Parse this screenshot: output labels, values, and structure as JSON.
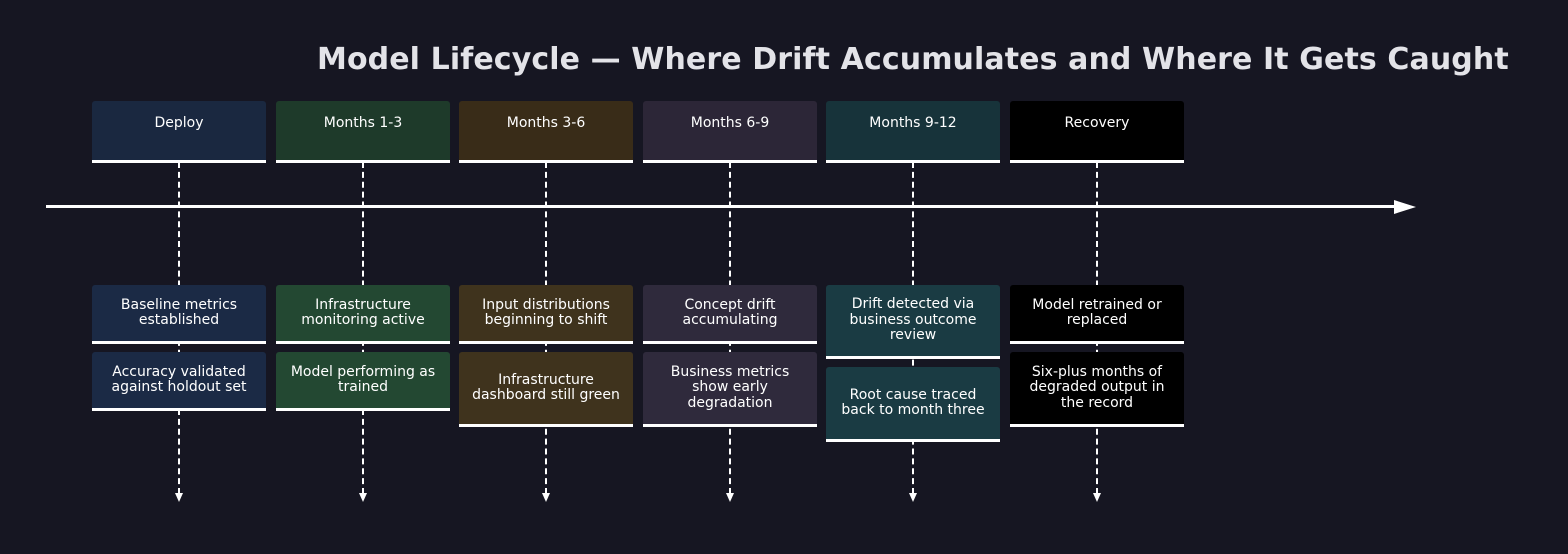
{
  "title": "Model Lifecycle — Where Drift Accumulates and Where It Gets Caught",
  "colors": {
    "background": "#161622",
    "line": "#ffffff",
    "title": "#e3e3e8"
  },
  "phases": [
    {
      "label": "Deploy",
      "color": "#1b2a44",
      "items": [
        "Baseline metrics established",
        "Accuracy validated against holdout set"
      ]
    },
    {
      "label": "Months 1-3",
      "color": "#1f3d2b",
      "items": [
        "Infrastructure monitoring active",
        "Model performing as trained"
      ]
    },
    {
      "label": "Months 3-6",
      "color": "#3d301a",
      "items": [
        "Input distributions beginning to shift",
        "Infrastructure dashboard still green"
      ]
    },
    {
      "label": "Months 6-9",
      "color": "#2d2838",
      "items": [
        "Concept drift accumulating",
        "Business metrics show early degradation"
      ]
    },
    {
      "label": "Months 9-12",
      "color": "#183539",
      "items": [
        "Drift detected via business outcome review",
        "Root cause traced back to month three"
      ]
    },
    {
      "label": "Recovery",
      "color": "#000000",
      "items": [
        "Model retrained or replaced",
        "Six-plus months of degraded output in the record"
      ]
    }
  ]
}
